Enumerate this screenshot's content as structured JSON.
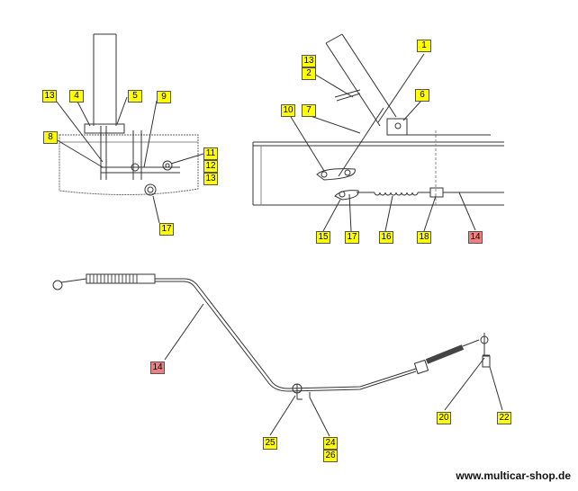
{
  "labels": [
    {
      "id": "lbl-13a",
      "text": "13",
      "style": "hl"
    },
    {
      "id": "lbl-4",
      "text": "4",
      "style": "hl"
    },
    {
      "id": "lbl-5",
      "text": "5",
      "style": "hl"
    },
    {
      "id": "lbl-9",
      "text": "9",
      "style": "hl"
    },
    {
      "id": "lbl-8",
      "text": "8",
      "style": "hl"
    },
    {
      "id": "lbl-11",
      "text": "11",
      "style": "hl"
    },
    {
      "id": "lbl-12",
      "text": "12",
      "style": "hl"
    },
    {
      "id": "lbl-13b",
      "text": "13",
      "style": "hl"
    },
    {
      "id": "lbl-17a",
      "text": "17",
      "style": "hl"
    },
    {
      "id": "lbl-1",
      "text": "1",
      "style": "hl"
    },
    {
      "id": "lbl-13c",
      "text": "13",
      "style": "hl"
    },
    {
      "id": "lbl-2",
      "text": "2",
      "style": "hl"
    },
    {
      "id": "lbl-6",
      "text": "6",
      "style": "hl"
    },
    {
      "id": "lbl-10",
      "text": "10",
      "style": "hl"
    },
    {
      "id": "lbl-7",
      "text": "7",
      "style": "hl"
    },
    {
      "id": "lbl-15",
      "text": "15",
      "style": "hl"
    },
    {
      "id": "lbl-17b",
      "text": "17",
      "style": "hl"
    },
    {
      "id": "lbl-16",
      "text": "16",
      "style": "hl"
    },
    {
      "id": "lbl-18",
      "text": "18",
      "style": "hl"
    },
    {
      "id": "lbl-14a",
      "text": "14",
      "style": "red"
    },
    {
      "id": "lbl-14b",
      "text": "14",
      "style": "red"
    },
    {
      "id": "lbl-20",
      "text": "20",
      "style": "hl"
    },
    {
      "id": "lbl-22",
      "text": "22",
      "style": "hl"
    },
    {
      "id": "lbl-25",
      "text": "25",
      "style": "hl"
    },
    {
      "id": "lbl-24",
      "text": "24",
      "style": "hl"
    },
    {
      "id": "lbl-26",
      "text": "26",
      "style": "hl"
    }
  ],
  "footer": {
    "site": "www.multicar-shop.de"
  }
}
